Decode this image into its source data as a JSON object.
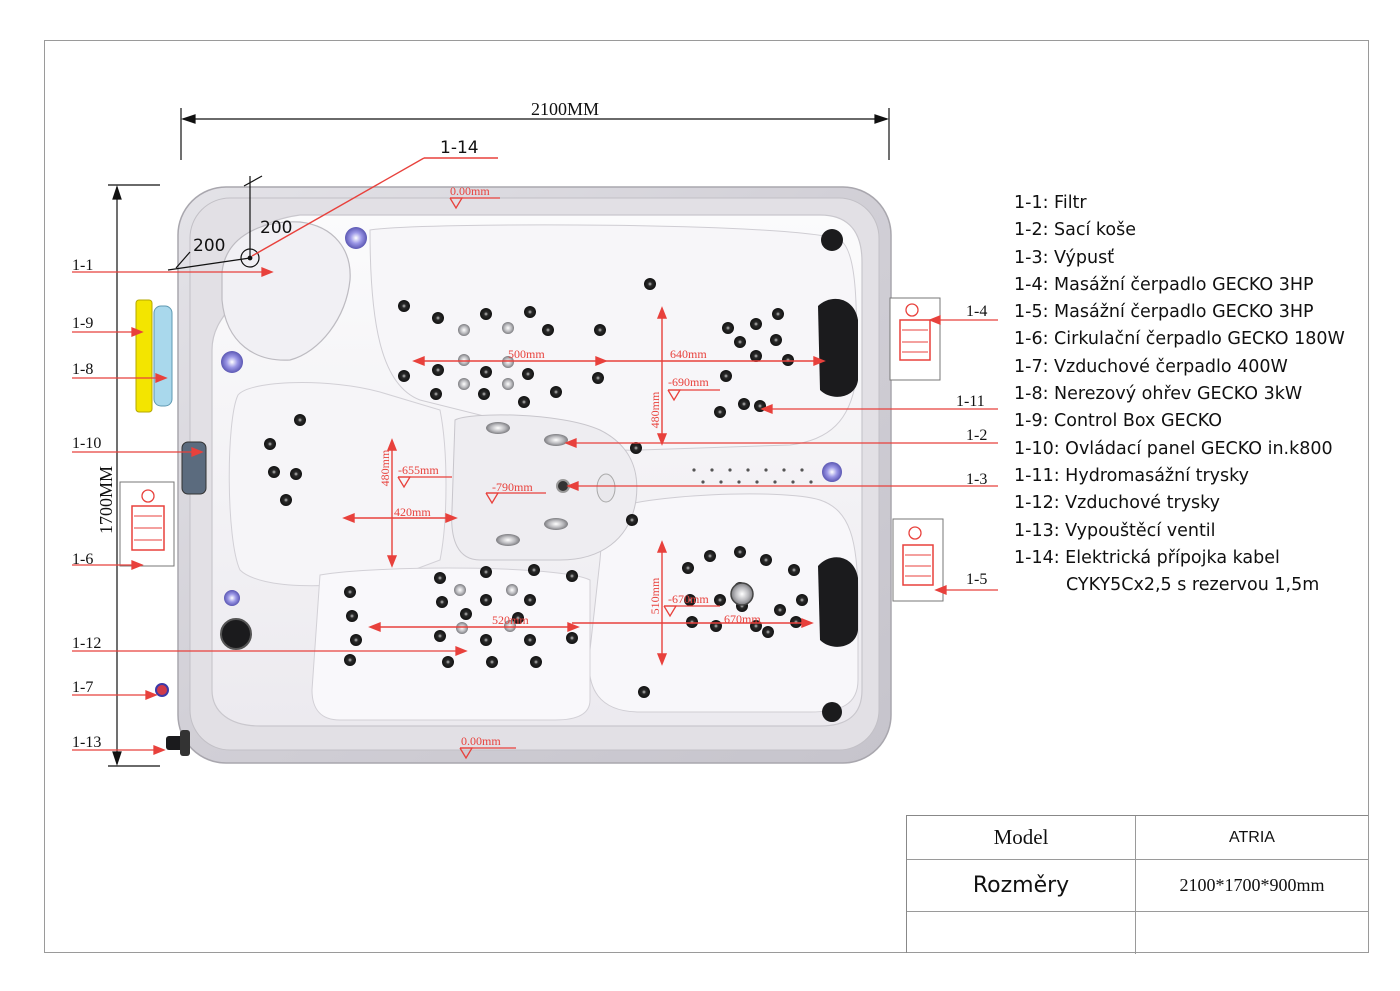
{
  "dimensions": {
    "width_label": "2100MM",
    "height_label": "1700MM",
    "offset_a": "200",
    "offset_b": "200"
  },
  "callouts": {
    "c1_1": "1-1",
    "c1_2": "1-2",
    "c1_3": "1-3",
    "c1_4": "1-4",
    "c1_5": "1-5",
    "c1_6": "1-6",
    "c1_7": "1-7",
    "c1_8": "1-8",
    "c1_9": "1-9",
    "c1_10": "1-10",
    "c1_11": "1-11",
    "c1_12": "1-12",
    "c1_13": "1-13",
    "c1_14": "1-14"
  },
  "measurements": {
    "top_level": "0.00mm",
    "bottom_level": "0.00mm",
    "d500": "500mm",
    "d640": "640mm",
    "d690": "-690mm",
    "d480a": "480mm",
    "d480b": "480mm",
    "d655": "-655mm",
    "d790": "-790mm",
    "d420": "420mm",
    "d520": "520mm",
    "d510": "510mm",
    "d670a": "-670mm",
    "d670b": "670mm"
  },
  "legend": [
    "1-1: Filtr",
    "1-2: Sací koše",
    "1-3: Výpusť",
    "1-4: Masážní čerpadlo GECKO 3HP",
    "1-5: Masážní čerpadlo GECKO 3HP",
    "1-6: Cirkulační čerpadlo GECKO 180W",
    "1-7: Vzduchové čerpadlo 400W",
    "1-8: Nerezový ohřev GECKO 3kW",
    "1-9: Control Box GECKO",
    "1-10: Ovládací panel GECKO in.k800",
    "1-11: Hydromasážní trysky",
    "1-12: Vzduchové trysky",
    "1-13: Vypouštěcí ventil",
    "1-14:  Elektrická přípojka kabel",
    "CYKY5Cx2,5 s rezervou 1,5m"
  ],
  "title_block": {
    "model_label": "Model",
    "model_value": "ATRIA",
    "size_label": "Rozměry",
    "size_value": "2100*1700*900mm"
  },
  "colors": {
    "annotation_red": "#e8413c",
    "line_black": "#111111",
    "shell_white": "#f4f3f5",
    "shell_grey": "#d5d3d9",
    "control_box_yellow": "#f3e500",
    "heater_blue": "#a9d8ec",
    "light_purple": "#7f7bd6"
  }
}
